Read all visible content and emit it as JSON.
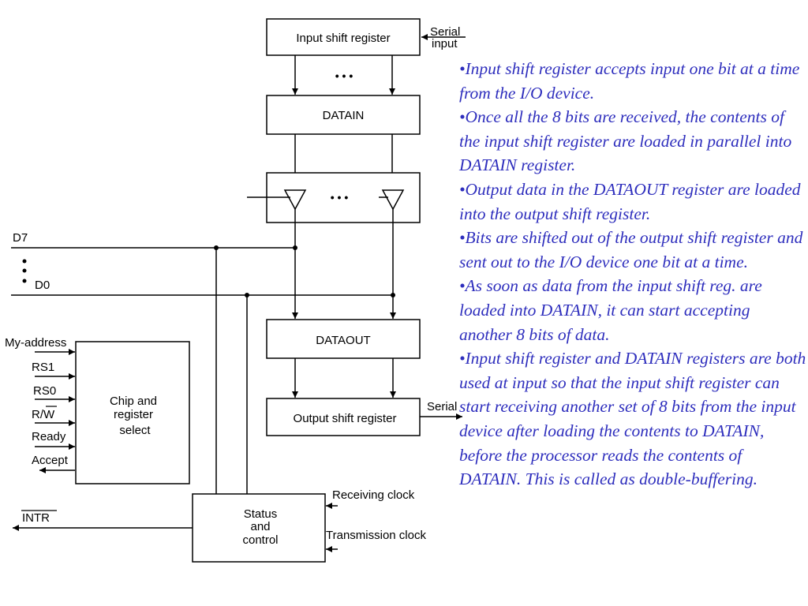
{
  "diagram": {
    "blocks": {
      "input_shift_register": "Input shift register",
      "datain": "DATAIN",
      "dataout": "DATAOUT",
      "output_shift_register": "Output shift register",
      "chip_select_lines": [
        "Chip and",
        "register",
        "select"
      ],
      "status_control_lines": [
        "Status",
        "and",
        "control"
      ]
    },
    "signals": {
      "serial_input": [
        "Serial",
        "input"
      ],
      "serial_output": "Serial",
      "d7": "D7",
      "d0": "D0",
      "my_address": "My-address",
      "rs1": "RS1",
      "rs0": "RS0",
      "rw": "R/W",
      "ready": "Ready",
      "accept": "Accept",
      "intr": "INTR",
      "receiving_clock": "Receiving clock",
      "transmission_clock": "Transmission clock"
    },
    "ellipsis": "• • •",
    "vertical_ellipsis": "⋮"
  },
  "notes": [
    "•Input shift register accepts input one bit at a time from the I/O device.",
    "•Once all the 8 bits are received, the contents of the input shift register are loaded in parallel into DATAIN register.",
    "•Output data in the DATAOUT register are loaded into the output shift register.",
    "•Bits are shifted out of the output shift register and sent out to the I/O device one bit at a time.",
    "•As soon as data from the input shift reg. are loaded into DATAIN, it can start accepting another 8 bits of data.",
    "•Input shift register and DATAIN registers are both used at input so that the input shift register can start receiving another set of 8 bits from the input device after loading the contents to DATAIN, before the processor reads the contents of DATAIN. This is called as double-buffering."
  ]
}
